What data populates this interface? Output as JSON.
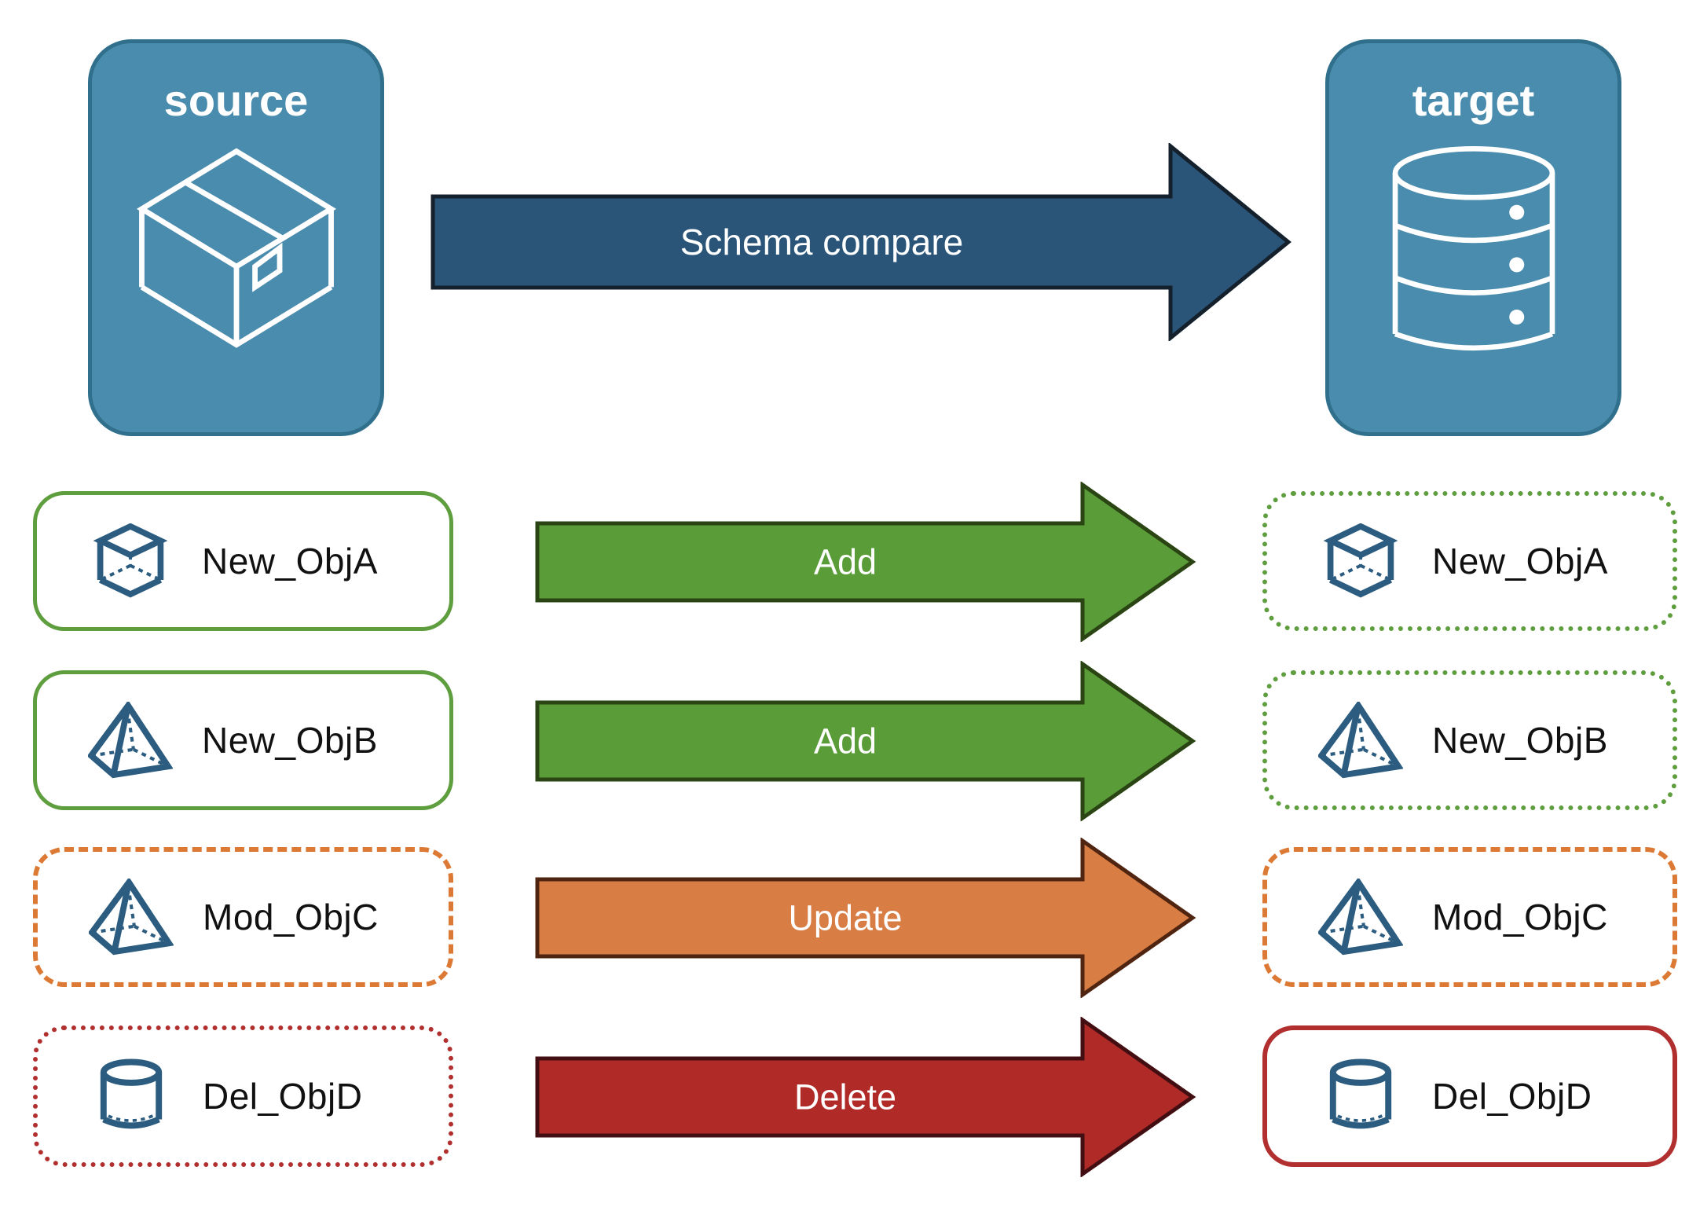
{
  "nodes": {
    "source": {
      "label": "source",
      "icon": "package-box-icon"
    },
    "target": {
      "label": "target",
      "icon": "database-icon"
    }
  },
  "main_flow": {
    "label": "Schema compare"
  },
  "rows": [
    {
      "object": "New_ObjA",
      "action": "Add",
      "icon": "cube-icon",
      "source_border": "solid green",
      "target_border": "dotted green"
    },
    {
      "object": "New_ObjB",
      "action": "Add",
      "icon": "pyramid-icon",
      "source_border": "solid green",
      "target_border": "dotted green"
    },
    {
      "object": "Mod_ObjC",
      "action": "Update",
      "icon": "pyramid-icon",
      "source_border": "dashed orange",
      "target_border": "dashed orange"
    },
    {
      "object": "Del_ObjD",
      "action": "Delete",
      "icon": "cylinder-icon",
      "source_border": "dotted red",
      "target_border": "solid red"
    }
  ],
  "colors": {
    "node_fill": "#4a8cad",
    "node_border": "#30708c",
    "icon_stroke": "#2c5d80",
    "compare_arrow_fill": "#2a5578",
    "add_arrow_fill": "#599c38",
    "update_arrow_fill": "#d87d44",
    "delete_arrow_fill": "#b02b28",
    "green_border": "#5f9e3f",
    "orange_border": "#dc7a35",
    "red_border": "#b12f2e",
    "label_text": "#111111",
    "arrow_text": "#ffffff"
  }
}
